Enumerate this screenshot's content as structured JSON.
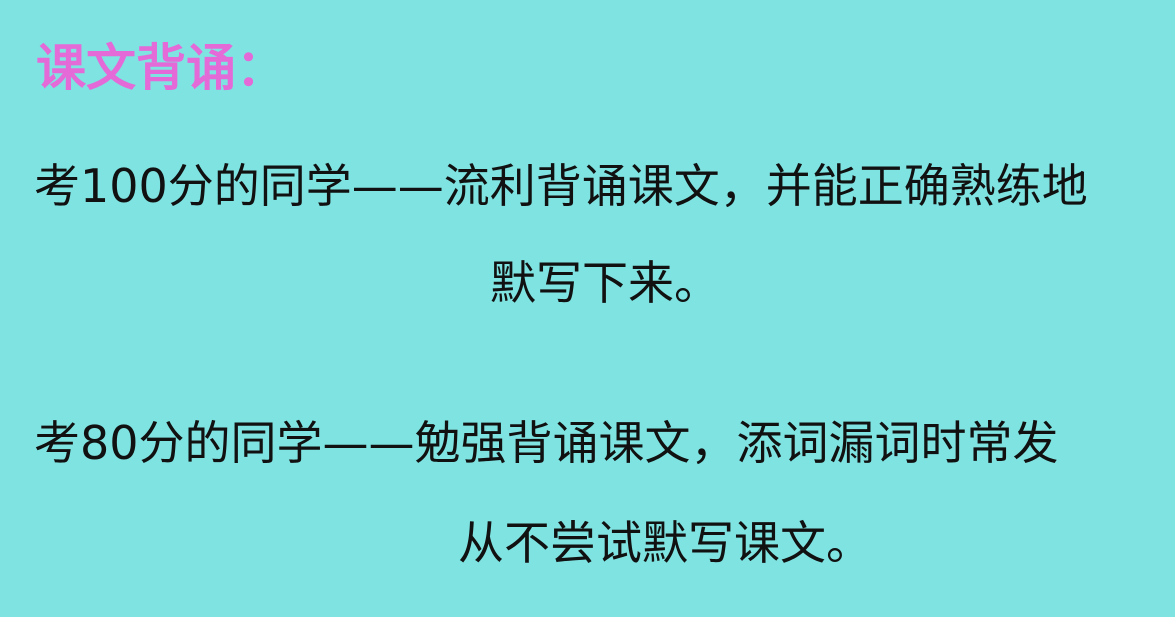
{
  "heading": "课文背诵：",
  "paragraphs": [
    {
      "line1": "考100分的同学——流利背诵课文，并能正确熟练地",
      "line2": "默写下来。"
    },
    {
      "line1": "考80分的同学——勉强背诵课文，添词漏词时常发",
      "line2": "从不尝试默写课文。"
    }
  ],
  "colors": {
    "background": "#7fe3e1",
    "heading": "#e46ad8",
    "text": "#111111"
  }
}
